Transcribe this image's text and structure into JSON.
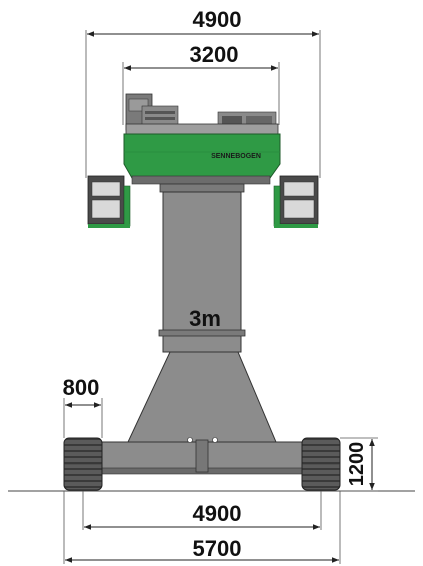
{
  "dimensions": {
    "top_width": "4900",
    "upper_width": "3200",
    "track_width": "800",
    "height": "1200",
    "track_gauge": "4900",
    "overall_width": "5700"
  },
  "column_label": "3m",
  "brand": "SENNEBOGEN",
  "colors": {
    "brand_green": "#2f9a45",
    "body_grey": "#8c8c8c",
    "dark_grey": "#5a5a5a",
    "track_dark": "#4a4a4a"
  }
}
